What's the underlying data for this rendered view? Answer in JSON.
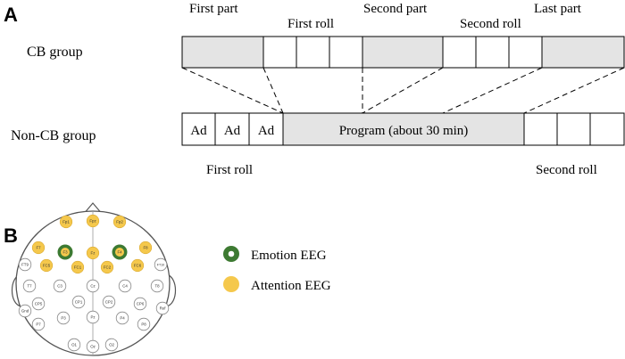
{
  "panel_a": {
    "letter": "A",
    "section_labels": {
      "first_part": "First part",
      "first_roll_top": "First roll",
      "second_part": "Second part",
      "second_roll_top": "Second roll",
      "last_part": "Last part"
    },
    "cb_group_label": "CB group",
    "non_cb_group_label": "Non-CB group",
    "ad_labels": [
      "Ad",
      "Ad",
      "Ad"
    ],
    "program_label": "Program (about 30 min)",
    "first_roll_bottom": "First roll",
    "second_roll_bottom": "Second roll",
    "colors": {
      "gray_fill": "#e4e4e4",
      "line": "#000000"
    }
  },
  "panel_b": {
    "letter": "B",
    "legend": {
      "emotion": "Emotion EEG",
      "attention": "Attention EEG"
    },
    "colors": {
      "emotion": "#3d7a32",
      "attention": "#f5c84c",
      "electrode_outline": "#888888"
    },
    "electrodes": [
      {
        "label": "Fp1",
        "type": "attention"
      },
      {
        "label": "Fpz",
        "type": "attention"
      },
      {
        "label": "Fp2",
        "type": "attention"
      },
      {
        "label": "F7",
        "type": "attention"
      },
      {
        "label": "F3",
        "type": "emotion"
      },
      {
        "label": "Fz",
        "type": "attention"
      },
      {
        "label": "F4",
        "type": "emotion"
      },
      {
        "label": "F8",
        "type": "attention"
      },
      {
        "label": "FT9",
        "type": "plain"
      },
      {
        "label": "FC5",
        "type": "attention"
      },
      {
        "label": "FC1",
        "type": "attention"
      },
      {
        "label": "FC2",
        "type": "attention"
      },
      {
        "label": "FC6",
        "type": "attention"
      },
      {
        "label": "FT10",
        "type": "plain"
      },
      {
        "label": "T7",
        "type": "plain"
      },
      {
        "label": "C3",
        "type": "plain"
      },
      {
        "label": "Cz",
        "type": "plain"
      },
      {
        "label": "C4",
        "type": "plain"
      },
      {
        "label": "T8",
        "type": "plain"
      },
      {
        "label": "CP5",
        "type": "plain"
      },
      {
        "label": "CP1",
        "type": "plain"
      },
      {
        "label": "CP2",
        "type": "plain"
      },
      {
        "label": "CP6",
        "type": "plain"
      },
      {
        "label": "Gnd",
        "type": "plain"
      },
      {
        "label": "Ref",
        "type": "plain"
      },
      {
        "label": "P7",
        "type": "plain"
      },
      {
        "label": "P3",
        "type": "plain"
      },
      {
        "label": "Pz",
        "type": "plain"
      },
      {
        "label": "P4",
        "type": "plain"
      },
      {
        "label": "P8",
        "type": "plain"
      },
      {
        "label": "O1",
        "type": "plain"
      },
      {
        "label": "Oz",
        "type": "plain"
      },
      {
        "label": "O2",
        "type": "plain"
      }
    ]
  }
}
